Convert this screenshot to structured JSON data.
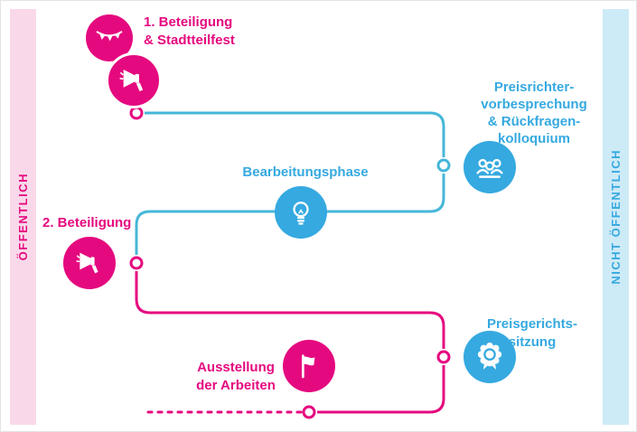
{
  "bands": {
    "left": {
      "label": "ÖFFENTLICH"
    },
    "right": {
      "label": "NICHT ÖFFENTLICH"
    }
  },
  "labels": {
    "step1": {
      "line1": "1. Beteiligung",
      "line2": "& Stadtteilfest"
    },
    "jury": {
      "line1": "Preisrichter-",
      "line2": "vorbesprechung",
      "line3": "& Rückfragen-",
      "line4": "kolloquium"
    },
    "work": {
      "line1": "Bearbeitungsphase"
    },
    "step2": {
      "line1": "2. Beteiligung"
    },
    "court": {
      "line1": "Preisgerichts-",
      "line2": "sitzung"
    },
    "exhibit": {
      "line1": "Ausstellung",
      "line2": "der Arbeiten"
    }
  },
  "icons": {
    "step1_top": "bunting-icon",
    "step1_main": "megaphone-icon",
    "jury": "jury-panel-icon",
    "work": "lightbulb-icon",
    "step2": "megaphone-icon",
    "court": "award-rosette-icon",
    "exhibit": "flag-icon"
  },
  "colors": {
    "pink": "#e5097f",
    "blue": "#35a9e0",
    "teal": "#45b7d9",
    "band-pink-bg": "#f9d9e9",
    "band-blue-bg": "#cdeaf7"
  }
}
